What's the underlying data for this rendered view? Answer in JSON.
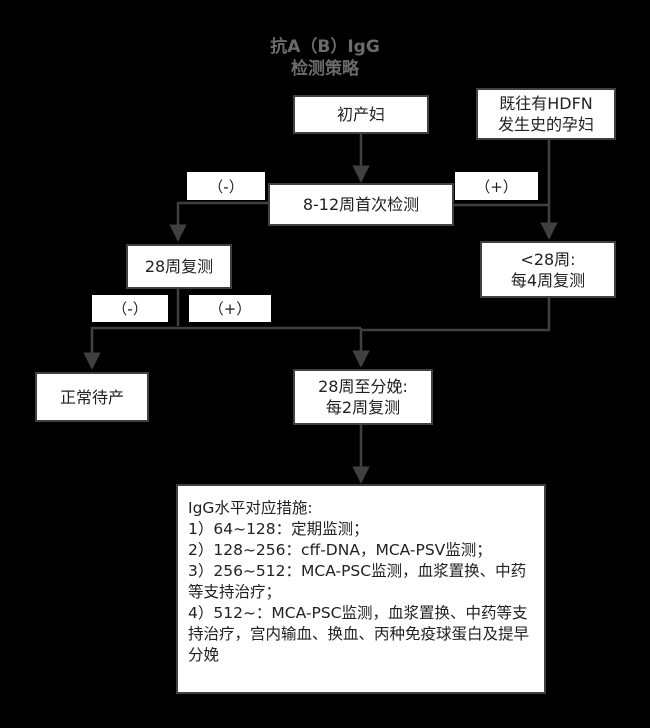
{
  "title": {
    "line1": "抗A（B）IgG",
    "line2": "检测策略"
  },
  "nodes": {
    "primipara": "初产妇",
    "hdfn_history": [
      "既往有HDFN",
      "发生史的孕妇"
    ],
    "first_test": "8-12周首次检测",
    "retest_28": "28周复测",
    "lt28": [
      "<28周:",
      "每4周复测"
    ],
    "normal": "正常待产",
    "to_delivery": [
      "28周至分娩:",
      "每2周复测"
    ]
  },
  "labels": {
    "neg_first": "（-）",
    "pos_first": "（+）",
    "neg_28": "（-）",
    "pos_28": "（+）"
  },
  "measures": {
    "heading": "IgG水平对应措施:",
    "items": [
      "1）64~128：定期监测；",
      "2）128~256：cff-DNA，MCA-PSV监测；",
      "3）256~512：MCA-PSC监测，血浆置换、中药等支持治疗；",
      "4）512~：MCA-PSC监测，血浆置换、中药等支持治疗，宫内输血、换血、丙种免疫球蛋白及提早分娩"
    ]
  }
}
